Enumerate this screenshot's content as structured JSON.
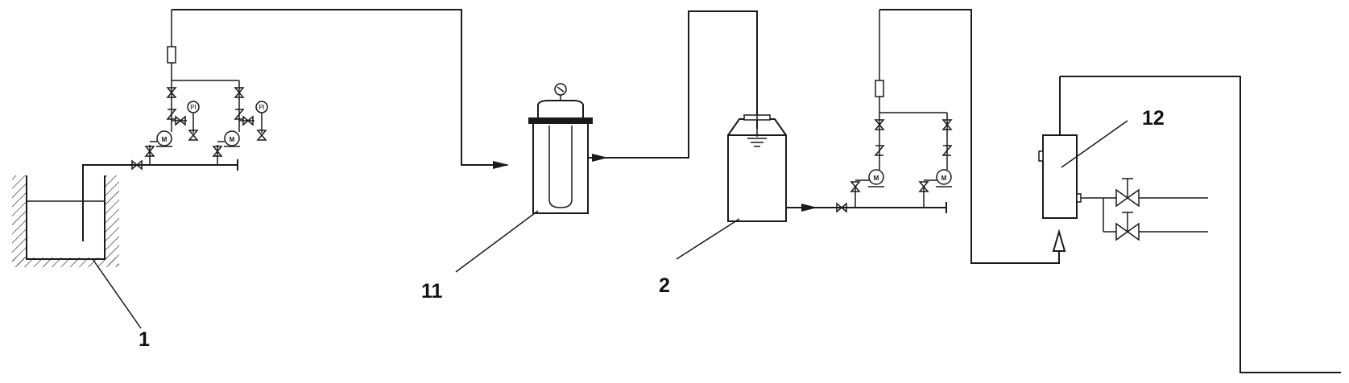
{
  "labels": {
    "tank_sump": "1",
    "filter_vessel": "11",
    "storage_tank": "2",
    "column_unit": "12"
  },
  "gauge_text": "PI",
  "pump_text": "M"
}
